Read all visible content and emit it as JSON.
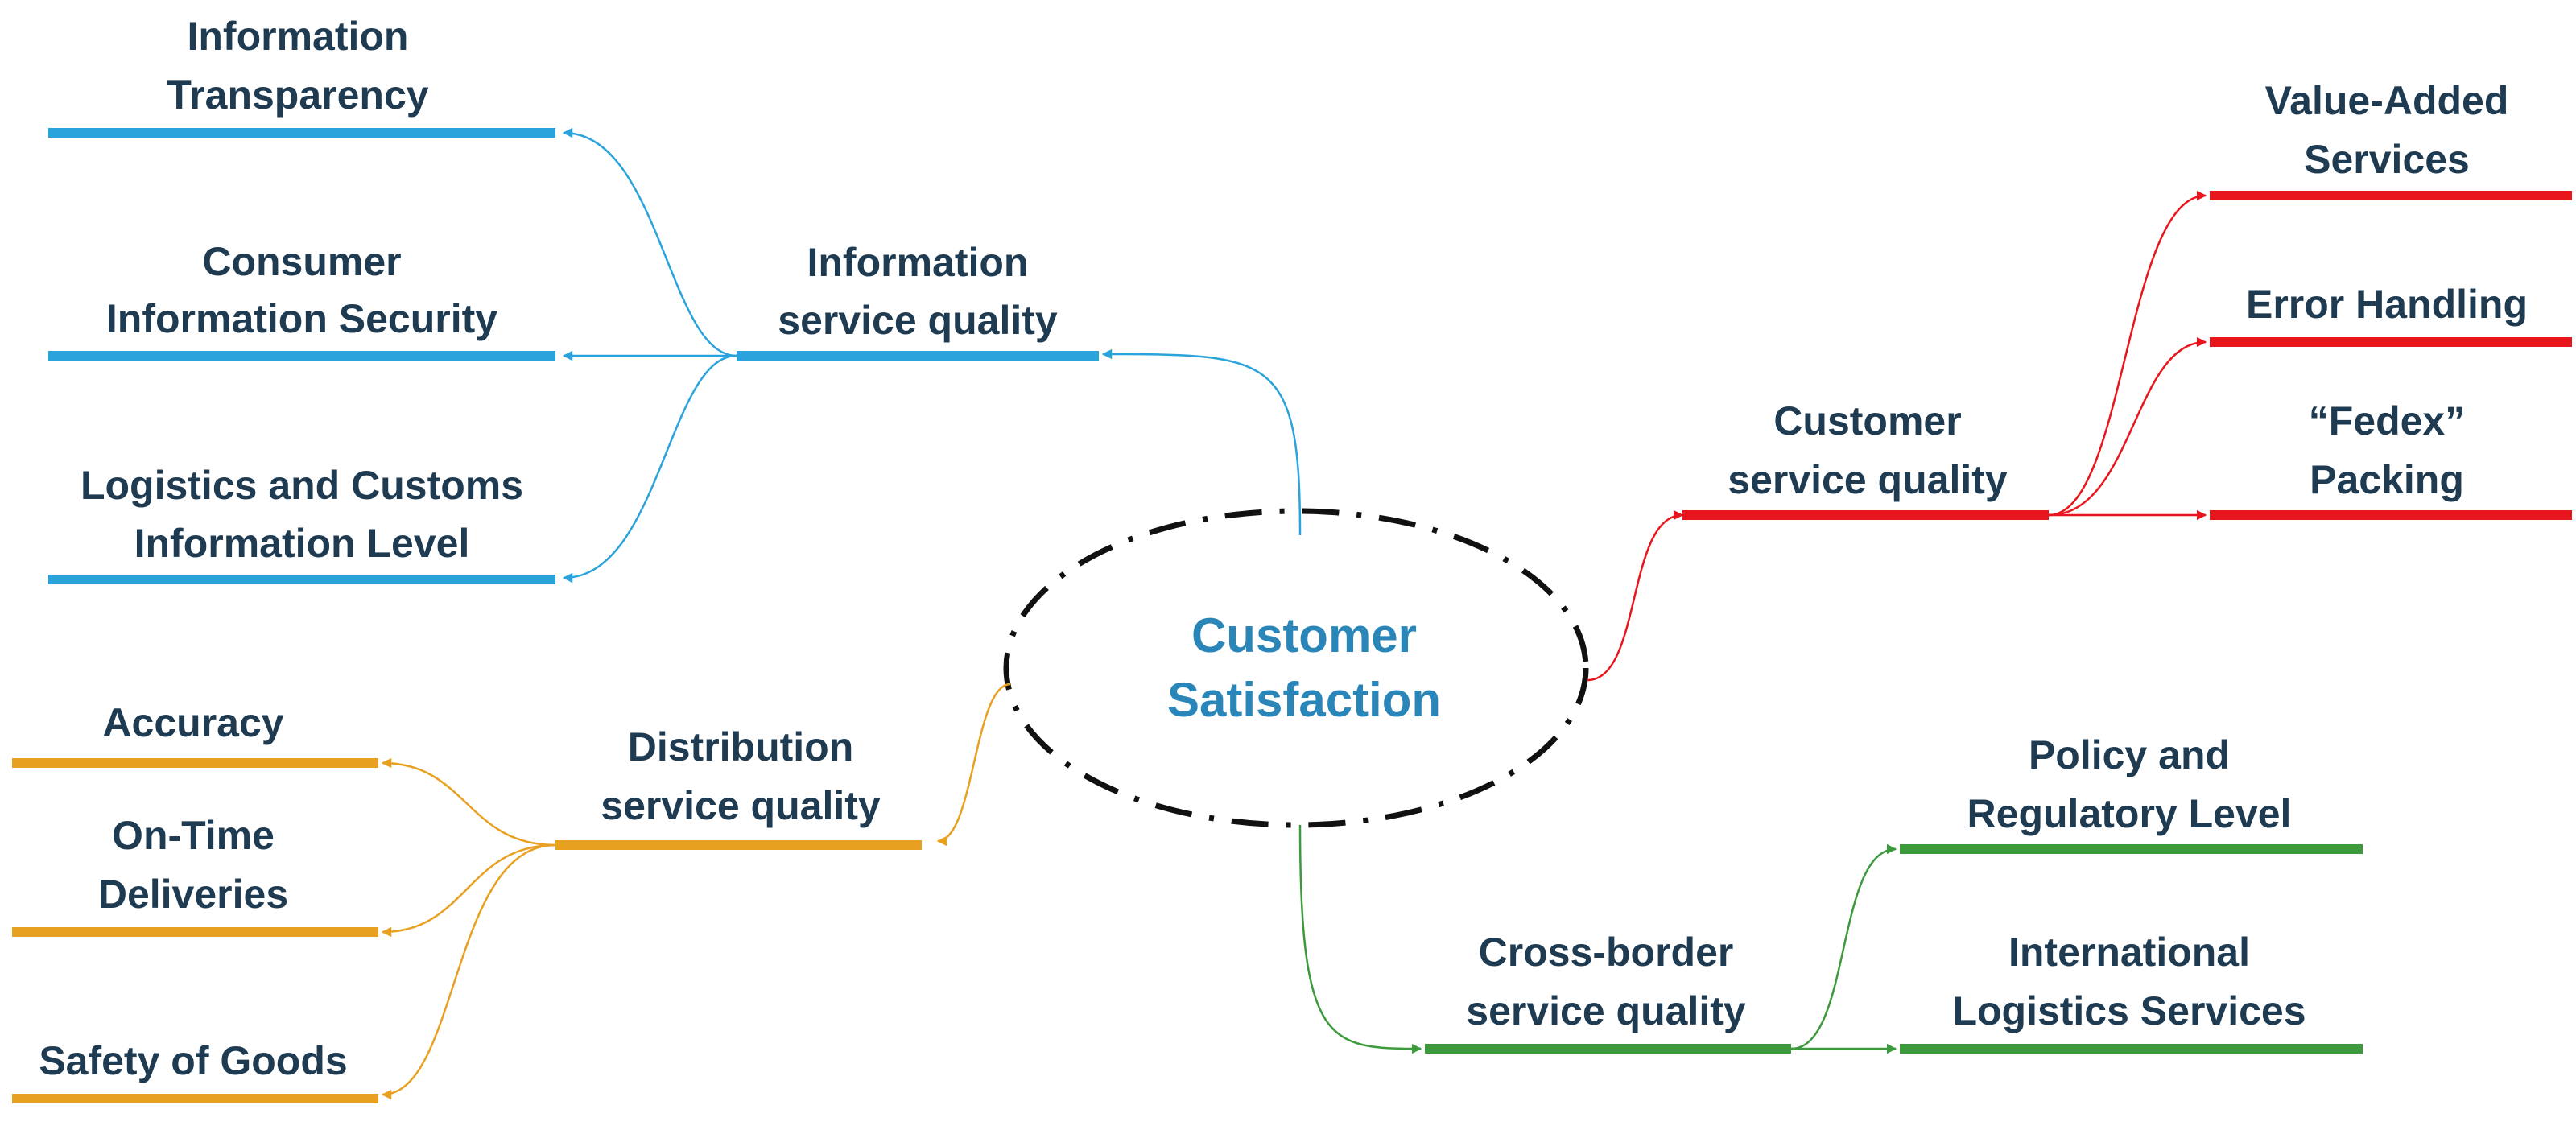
{
  "center": {
    "line1": "Customer",
    "line2": "Satisfaction"
  },
  "colors": {
    "info": "#2aa3dc",
    "customer": "#e8161c",
    "distribution": "#e8a021",
    "crossborder": "#3c9a3c",
    "text": "#1f3b52",
    "center_text": "#2a86b8",
    "ellipse": "#111111"
  },
  "info": {
    "hub": {
      "line1": "Information",
      "line2": "service quality"
    },
    "items": [
      {
        "line1": "Information",
        "line2": "Transparency"
      },
      {
        "line1": "Consumer",
        "line2": "Information Security"
      },
      {
        "line1": "Logistics and Customs",
        "line2": "Information Level"
      }
    ]
  },
  "customer": {
    "hub": {
      "line1": "Customer",
      "line2": "service quality"
    },
    "items": [
      {
        "line1": "Value-Added",
        "line2": "Services"
      },
      {
        "line1": "Error Handling",
        "line2": ""
      },
      {
        "line1": "“Fedex”",
        "line2": "Packing"
      }
    ]
  },
  "distribution": {
    "hub": {
      "line1": "Distribution",
      "line2": "service quality"
    },
    "items": [
      {
        "line1": "Accuracy",
        "line2": ""
      },
      {
        "line1": "On-Time",
        "line2": "Deliveries"
      },
      {
        "line1": "Safety of Goods",
        "line2": ""
      }
    ]
  },
  "crossborder": {
    "hub": {
      "line1": "Cross-border",
      "line2": "service quality"
    },
    "items": [
      {
        "line1": "Policy and",
        "line2": "Regulatory Level"
      },
      {
        "line1": "International",
        "line2": "Logistics Services"
      }
    ]
  }
}
